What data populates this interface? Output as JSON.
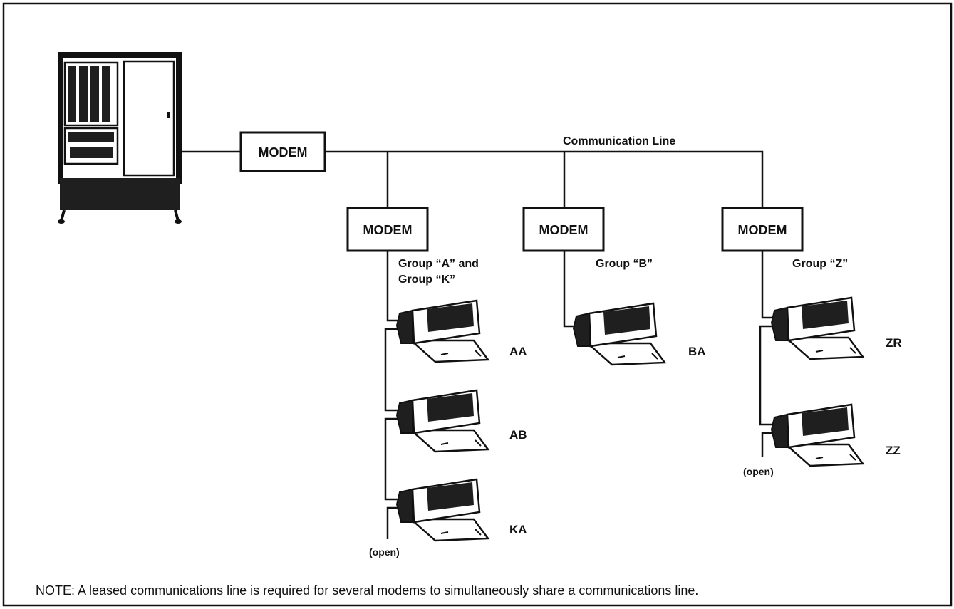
{
  "line_label": "Communication Line",
  "host_modem": "MODEM",
  "groups": [
    {
      "modem": "MODEM",
      "group_lines": [
        "Group “A” and",
        "Group “K”"
      ],
      "terminals": [
        "AA",
        "AB",
        "KA"
      ],
      "open": "(open)"
    },
    {
      "modem": "MODEM",
      "group_lines": [
        "Group “B”"
      ],
      "terminals": [
        "BA"
      ]
    },
    {
      "modem": "MODEM",
      "group_lines": [
        "Group “Z”"
      ],
      "terminals": [
        "ZR",
        "ZZ"
      ],
      "open": "(open)"
    }
  ],
  "note": "NOTE: A leased communications line is required for several modems to simultaneously share a communications line.",
  "colors": {
    "ink": "#111111",
    "paper": "#ffffff",
    "screen": "#1f1f1f"
  },
  "icons": [
    "host-computer-cabinet-icon",
    "terminal-icon"
  ]
}
